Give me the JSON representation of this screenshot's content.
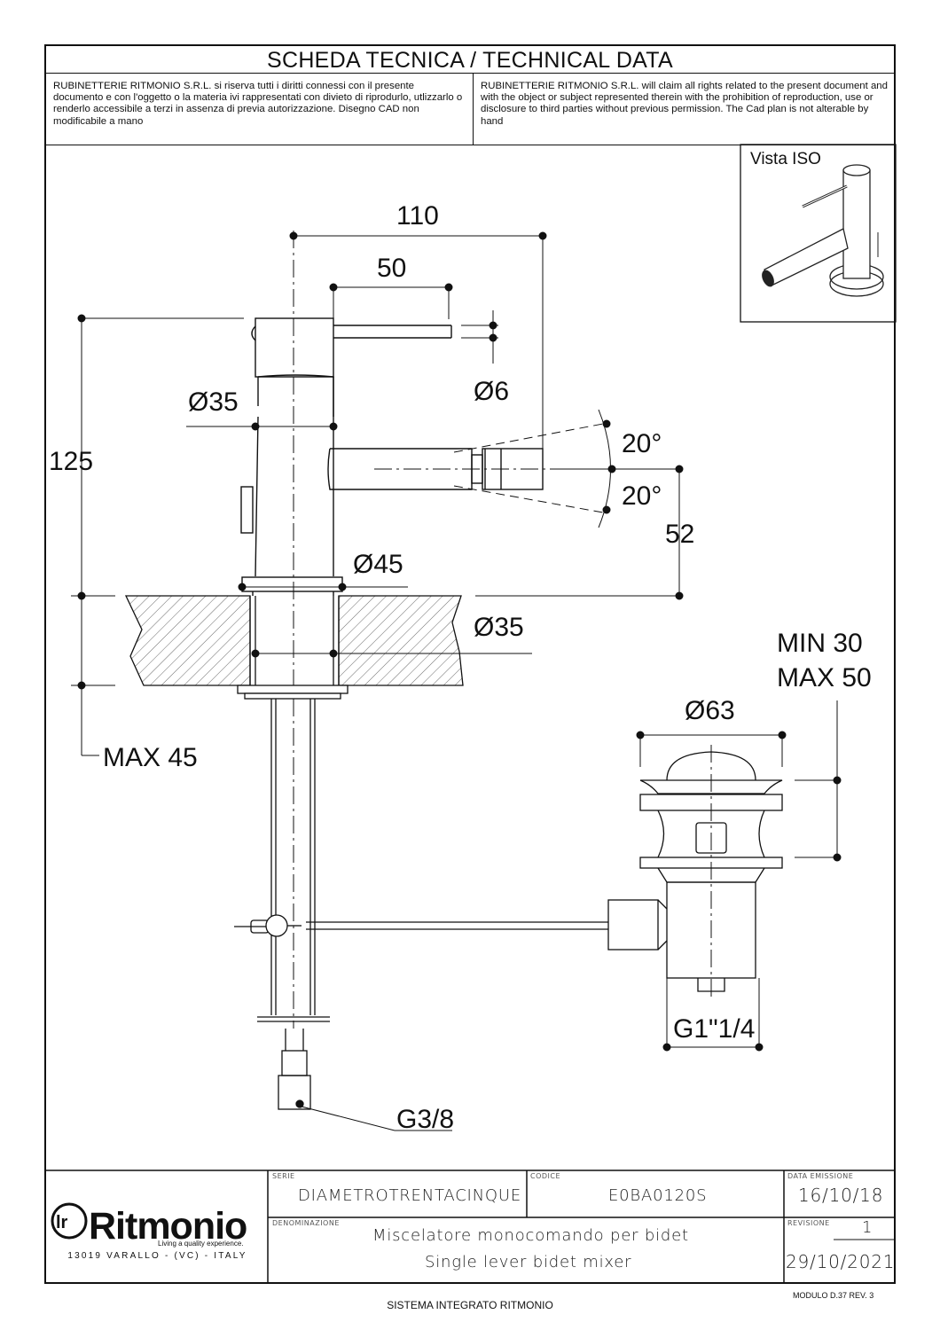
{
  "header": {
    "title": "SCHEDA TECNICA / TECHNICAL DATA",
    "notice_it": "RUBINETTERIE RITMONIO S.R.L. si riserva tutti i diritti connessi con il presente documento e con l'oggetto o la materia ivi rappresentati con divieto di riprodurlo, utlizzarlo o renderlo accessibile a terzi in assenza di previa autorizzazione. Disegno CAD non modificabile a mano",
    "notice_en": "RUBINETTERIE RITMONIO S.R.L. will claim all rights related to the present document and with the object or subject represented therein with the prohibition  of reproduction, use or disclosure to third parties without previous permission.  The Cad plan is not alterable by hand"
  },
  "iso_view": {
    "label": "Vista ISO"
  },
  "dimensions": {
    "d110": "110",
    "d50": "50",
    "d6": "Ø6",
    "d35_top": "Ø35",
    "d125": "125",
    "a20_top": "20°",
    "a20_bottom": "20°",
    "d52": "52",
    "d45": "Ø45",
    "d35_bottom": "Ø35",
    "max45": "MAX 45",
    "min30": "MIN 30",
    "max50": "MAX 50",
    "d63": "Ø63",
    "g114": "G1\"1/4",
    "g38": "G3/8"
  },
  "title_block": {
    "logo_text": "Ritmonio",
    "logo_mark": "lr",
    "tagline": "Living a quality experience.",
    "address": "13019 VARALLO - (VC) - ITALY",
    "serie_label": "SERIE",
    "serie": "DIAMETROTRENTACINQUE",
    "codice_label": "CODICE",
    "codice": "E0BA0120S",
    "data_label": "DATA EMISSIONE",
    "data": "16/10/18",
    "denominazione_label": "DENOMINAZIONE",
    "denominazione_it": "Miscelatore monocomando per bidet",
    "denominazione_en": "Single lever bidet mixer",
    "revisione_label": "REVISIONE",
    "revisione": "1",
    "revisione_date": "29/10/2021"
  },
  "footer": {
    "system": "SISTEMA INTEGRATO RITMONIO",
    "modulo": "MODULO D.37 REV. 3"
  }
}
